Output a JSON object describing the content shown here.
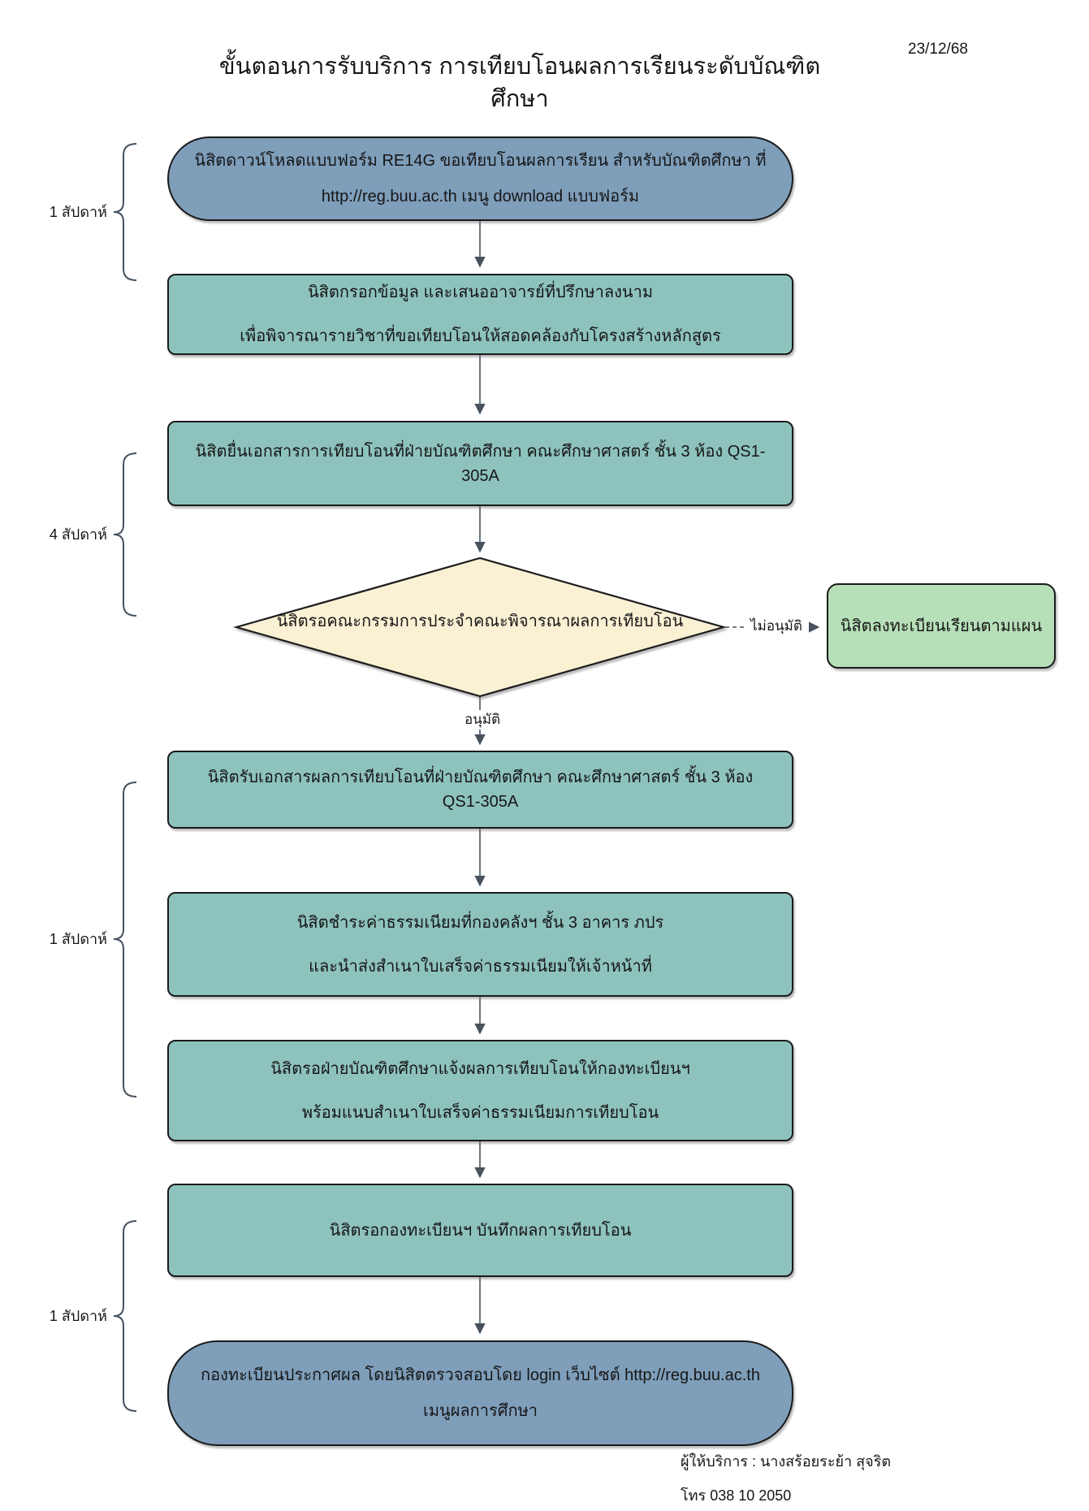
{
  "page": {
    "title": "ขั้นตอนการรับบริการ การเทียบโอนผลการเรียนระดับบัณฑิตศึกษา",
    "date": "23/12/68"
  },
  "flow": {
    "step1": {
      "line1": "นิสิตดาวน์โหลดแบบฟอร์ม RE14G ขอเทียบโอนผลการเรียน สำหรับบัณฑิตศึกษา ที่",
      "line2": "http://reg.buu.ac.th เมนู download แบบฟอร์ม"
    },
    "step2": {
      "line1": "นิสิตกรอกข้อมูล และเสนออาจารย์ที่ปรึกษาลงนาม",
      "line2": "เพื่อพิจารณารายวิชาที่ขอเทียบโอนให้สอดคล้องกับโครงสร้างหลักสูตร"
    },
    "step3": {
      "line1": "นิสิตยื่นเอกสารการเทียบโอนที่ฝ่ายบัณฑิตศึกษา คณะศึกษาศาสตร์ ชั้น 3 ห้อง QS1-305A"
    },
    "decision": {
      "label": "นิสิตรอคณะกรรมการประจำคณะพิจารณาผลการเทียบโอน",
      "approve_label": "อนุมัติ",
      "reject_label": "ไม่อนุมัติ"
    },
    "reject_step": {
      "line1": "นิสิตลงทะเบียนเรียนตามแผน"
    },
    "step4": {
      "line1": "นิสิตรับเอกสารผลการเทียบโอนที่ฝ่ายบัณฑิตศึกษา คณะศึกษาศาสตร์ ชั้น 3 ห้อง QS1-305A"
    },
    "step5": {
      "line1": "นิสิตชำระค่าธรรมเนียมที่กองคลังฯ ชั้น 3 อาคาร ภปร",
      "line2": "และนำส่งสำเนาใบเสร็จค่าธรรมเนียมให้เจ้าหน้าที่"
    },
    "step6": {
      "line1": "นิสิตรอฝ่ายบัณฑิตศึกษาแจ้งผลการเทียบโอนให้กองทะเบียนฯ",
      "line2": "พร้อมแนบสำเนาใบเสร็จค่าธรรมเนียมการเทียบโอน"
    },
    "step7": {
      "line1": "นิสิตรอกองทะเบียนฯ บันทึกผลการเทียบโอน"
    },
    "step8": {
      "line1": "กองทะเบียนประกาศผล โดยนิสิตตรวจสอบโดย login เว็บไซต์ http://reg.buu.ac.th",
      "line2": "เมนูผลการศึกษา"
    }
  },
  "durations": {
    "d1": "1 สัปดาห์",
    "d2": "4 สัปดาห์",
    "d3": "1 สัปดาห์",
    "d4": "1 สัปดาห์"
  },
  "footer": {
    "provider": "ผู้ให้บริการ : นางสร้อยระย้า สุจริต",
    "phone": "โทร 038 10 2050"
  },
  "colors": {
    "stadium": "#7e9eba",
    "process": "#8ec3bd",
    "decision": "#faf0d4",
    "terminal": "#b7dfb8",
    "stroke": "#47525e"
  }
}
